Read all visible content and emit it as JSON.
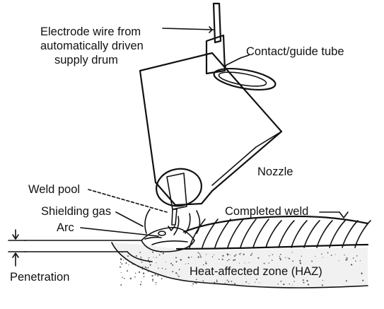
{
  "labels": {
    "electrode_wire": [
      "Electrode wire from",
      "automatically driven",
      "supply drum"
    ],
    "contact_tube": "Contact/guide tube",
    "nozzle": "Nozzle",
    "weld_pool": "Weld pool",
    "shielding_gas": "Shielding gas",
    "arc": "Arc",
    "completed_weld": "Completed weld",
    "penetration": "Penetration",
    "haz": "Heat-affected zone (HAZ)"
  }
}
